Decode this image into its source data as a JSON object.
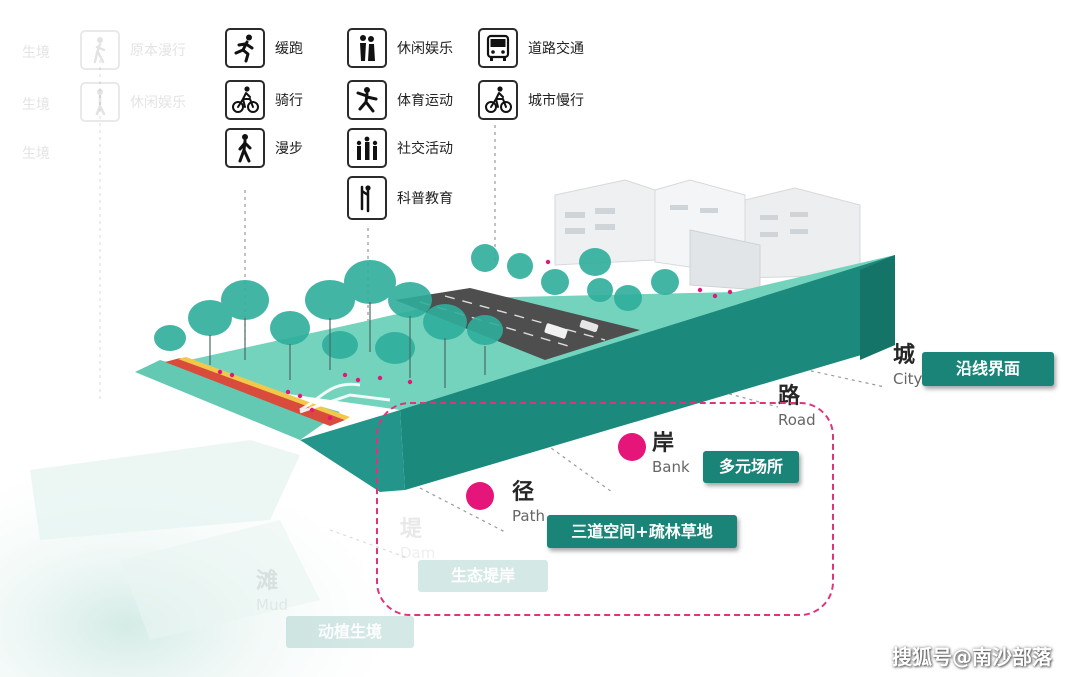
{
  "activity_groups": [
    {
      "id": "ghost-left",
      "faded": true,
      "items": [
        {
          "icon": "pedestrian-icon",
          "label": "原本漫行"
        },
        {
          "icon": "pedestrian-icon",
          "label": "休闲娱乐"
        },
        {
          "icon": "",
          "label": ""
        }
      ],
      "side_labels": [
        "生境",
        "生境",
        "生境"
      ]
    },
    {
      "id": "path-activities",
      "faded": false,
      "items": [
        {
          "icon": "running-icon",
          "label": "缓跑"
        },
        {
          "icon": "cycling-icon",
          "label": "骑行"
        },
        {
          "icon": "walking-icon",
          "label": "漫步"
        }
      ]
    },
    {
      "id": "bank-activities",
      "faded": false,
      "items": [
        {
          "icon": "couple-icon",
          "label": "休闲娱乐"
        },
        {
          "icon": "martial-arts-icon",
          "label": "体育运动"
        },
        {
          "icon": "group-icon",
          "label": "社交活动"
        },
        {
          "icon": "science-icon",
          "label": "科普教育"
        }
      ]
    },
    {
      "id": "city-activities",
      "faded": false,
      "items": [
        {
          "icon": "bus-icon",
          "label": "道路交通"
        },
        {
          "icon": "cycling-icon",
          "label": "城市慢行"
        }
      ]
    }
  ],
  "layers": [
    {
      "id": "city",
      "zh": "城",
      "en": "City",
      "tag": "沿线界面",
      "ghost": false
    },
    {
      "id": "road",
      "zh": "路",
      "en": "Road",
      "tag": "",
      "ghost": false
    },
    {
      "id": "bank",
      "zh": "岸",
      "en": "Bank",
      "tag": "多元场所",
      "ghost": false
    },
    {
      "id": "path",
      "zh": "径",
      "en": "Path",
      "tag": "三道空间+疏林草地",
      "ghost": false
    },
    {
      "id": "dam",
      "zh": "堤",
      "en": "Dam",
      "tag": "生态堤岸",
      "ghost": true
    },
    {
      "id": "mud",
      "zh": "滩",
      "en": "Mud",
      "tag": "动植生境",
      "ghost": true
    }
  ],
  "highlight_markers": [
    "bank",
    "path"
  ],
  "colors": {
    "teal": "#1a8478",
    "teal_light": "#6ed5bf",
    "teal_dark": "#15796d",
    "magenta": "#e6157a",
    "road": "#4e4e4e"
  },
  "watermark": "搜狐号@南沙部落"
}
